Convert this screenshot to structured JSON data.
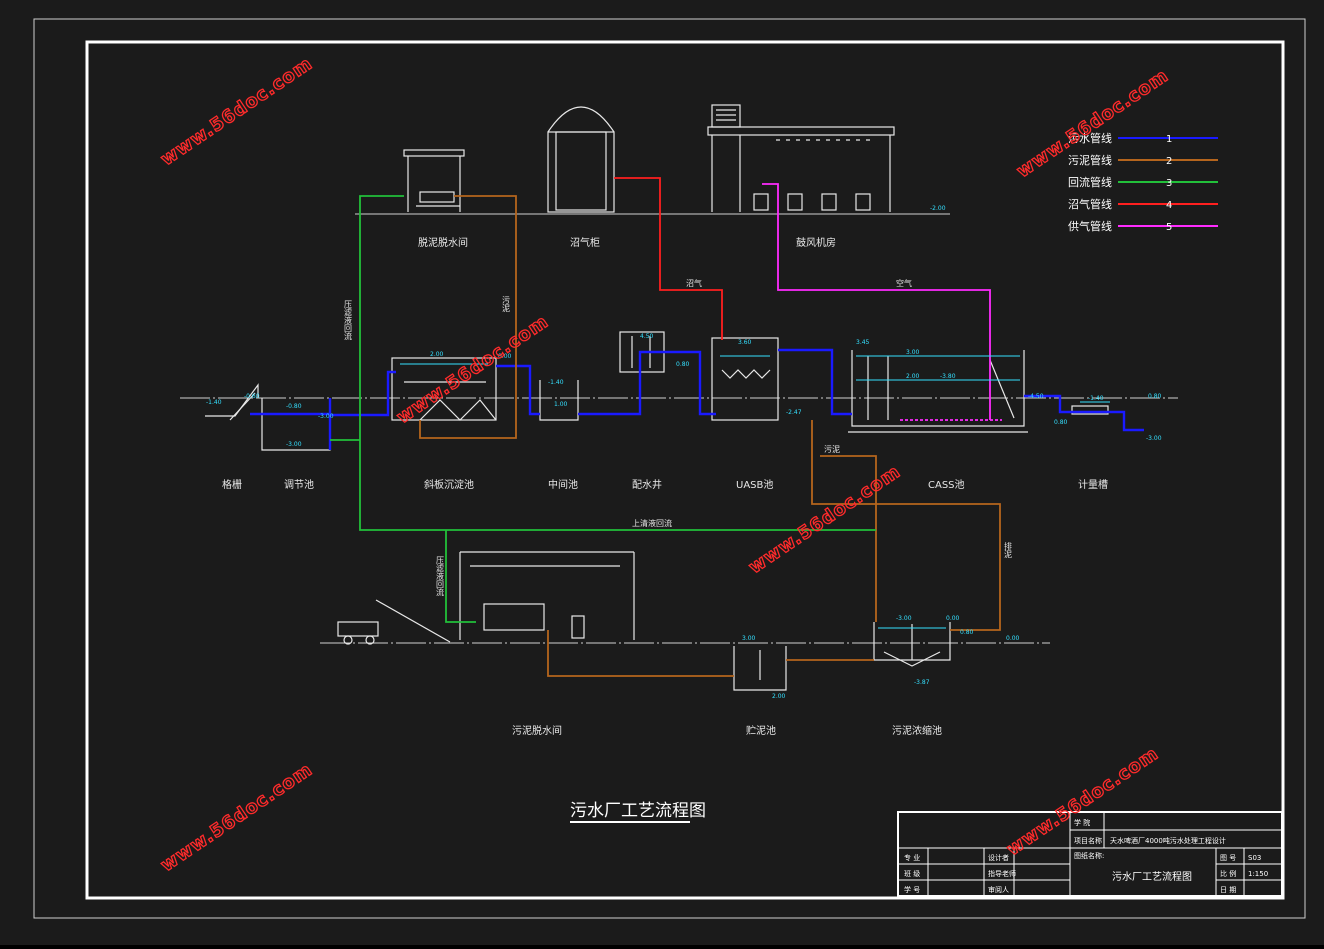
{
  "colors": {
    "background": "#1b1b1b",
    "frame": "#ffffff",
    "sewage": "#1a1aff",
    "sludge": "#b5651d",
    "reflux": "#22c03a",
    "biogas": "#ff1f1f",
    "air": "#ff2bff",
    "annotation": "#35e0ff",
    "watermark": "#ff2b2b"
  },
  "legend": [
    {
      "label": "污水管线",
      "num": "1",
      "color": "#1a1aff"
    },
    {
      "label": "污泥管线",
      "num": "2",
      "color": "#b5651d"
    },
    {
      "label": "回流管线",
      "num": "3",
      "color": "#22c03a"
    },
    {
      "label": "沼气管线",
      "num": "4",
      "color": "#ff1f1f"
    },
    {
      "label": "供气管线",
      "num": "5",
      "color": "#ff2bff"
    }
  ],
  "drawing_title": "污水厂工艺流程图",
  "top_buildings": {
    "dewatering_room": "脱泥脱水间",
    "gas_holder": "沼气柜",
    "blower_room": "鼓风机房"
  },
  "units": {
    "screen": "格栅",
    "equalization": "调节池",
    "inclined_settler": "斜板沉淀池",
    "intermediate": "中间池",
    "distribution_well": "配水井",
    "uasb": "UASB池",
    "cass": "CASS池",
    "metering": "计量槽",
    "sludge_dewatering": "污泥脱水间",
    "sludge_tank": "贮泥池",
    "thickener": "污泥浓缩池"
  },
  "line_labels": {
    "biogas": "沼气",
    "air": "空气",
    "supernatant": "上清液回流",
    "sludge_excess": "污泥",
    "filtrate_return_1": "压滤液回流",
    "filtrate_return_2": "压滤液回流",
    "sludge_return": "污泥",
    "discharge": "排泥"
  },
  "elevations": {
    "e1": "-1.40",
    "e2": "-0.80",
    "e3": "2.00",
    "e4": "0.00",
    "e5": "-3.00",
    "e6": "4.50",
    "e7": "-1.40",
    "e8": "3.60",
    "e9": "-2.47",
    "e10": "0.80",
    "e11": "-1.40",
    "e12": "0.80",
    "e13": "-3.00",
    "e14": "0.80",
    "e15": "-3.80",
    "e16": "3.00",
    "e17": "2.00",
    "e18": "-2.00",
    "e19": "3.00",
    "e20": "2.00",
    "e21": "-3.00",
    "e22": "0.00",
    "e23": "-3.87",
    "e24": "0.00",
    "e25": "0.80",
    "e26": "1.00",
    "e27": "-4.50",
    "e28": "-3.00",
    "e29": "3.45",
    "e30": "-0.60"
  },
  "title_block": {
    "school_label": "学 院",
    "project_label": "项目名称",
    "project_name": "天水啤酒厂4000吨污水处理工程设计",
    "drawing_name_label": "图纸名称:",
    "drawing_name": "污水厂工艺流程图",
    "major_label": "专 业",
    "class_label": "班 级",
    "student_no_label": "学 号",
    "designer_label": "设计者",
    "supervisor_label": "指导老师",
    "reviewer_label": "审阅人",
    "sheet_no_label": "图 号",
    "sheet_no": "S03",
    "scale_label": "比 例",
    "scale": "1:150",
    "date_label": "日 期"
  },
  "watermark": "www.56doc.com"
}
